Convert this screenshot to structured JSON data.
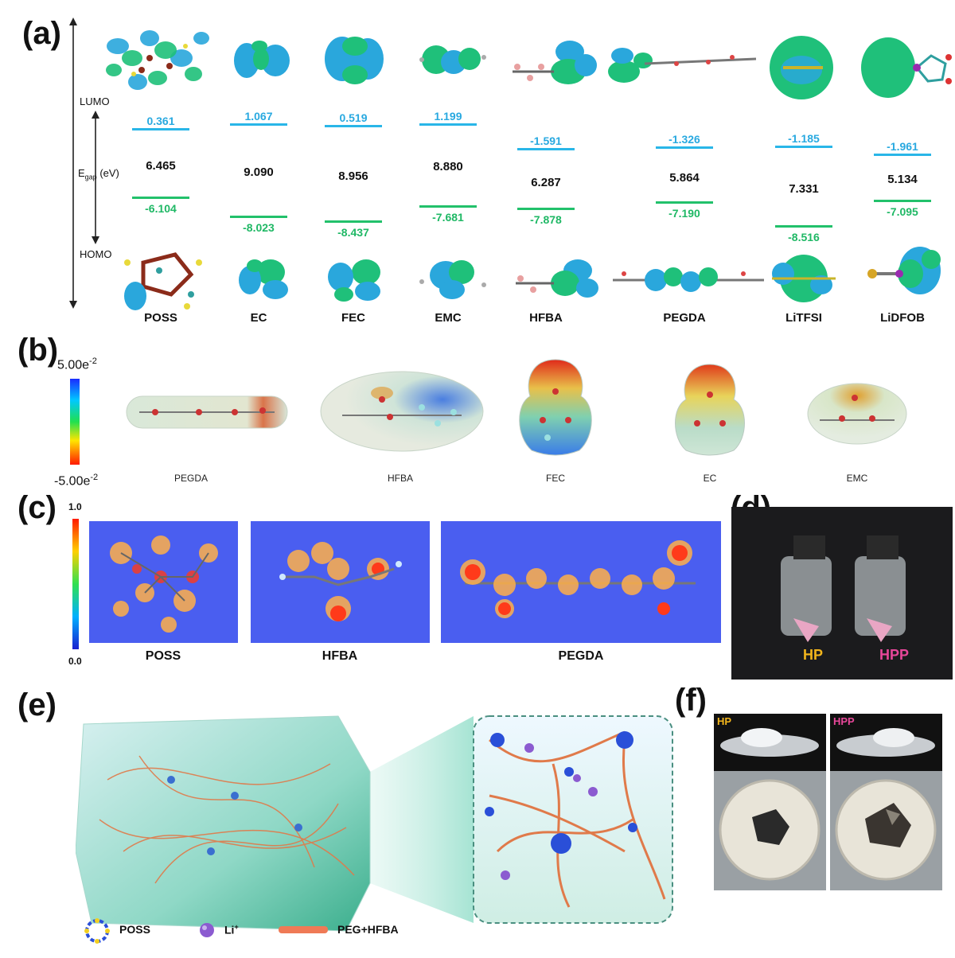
{
  "panels": {
    "a": "(a)",
    "b": "(b)",
    "c": "(c)",
    "d": "(d)",
    "e": "(e)",
    "f": "(f)"
  },
  "panel_a": {
    "lumo_label": "LUMO",
    "homo_label": "HOMO",
    "egap_label": "E",
    "egap_sub": "gap",
    "egap_unit": " (eV)",
    "molecules": [
      {
        "name": "POSS",
        "lumo": "0.361",
        "gap": "6.465",
        "homo": "-6.104"
      },
      {
        "name": "EC",
        "lumo": "1.067",
        "gap": "9.090",
        "homo": "-8.023"
      },
      {
        "name": "FEC",
        "lumo": "0.519",
        "gap": "8.956",
        "homo": "-8.437"
      },
      {
        "name": "EMC",
        "lumo": "1.199",
        "gap": "8.880",
        "homo": "-7.681"
      },
      {
        "name": "HFBA",
        "lumo": "-1.591",
        "gap": "6.287",
        "homo": "-7.878"
      },
      {
        "name": "PEGDA",
        "lumo": "-1.326",
        "gap": "5.864",
        "homo": "-7.190"
      },
      {
        "name": "LiTFSI",
        "lumo": "-1.185",
        "gap": "7.331",
        "homo": "-8.516"
      },
      {
        "name": "LiDFOB",
        "lumo": "-1.961",
        "gap": "5.134",
        "homo": "-7.095"
      }
    ],
    "colors": {
      "lumo": "#29b6e8",
      "homo": "#22c16b"
    }
  },
  "panel_b": {
    "scale_max": "5.00e",
    "scale_max_exp": "-2",
    "scale_min": "-5.00e",
    "scale_min_exp": "-2",
    "molecules": [
      "PEGDA",
      "HFBA",
      "FEC",
      "EC",
      "EMC"
    ]
  },
  "panel_c": {
    "scale_max": "1.0",
    "scale_min": "0.0",
    "molecules": [
      "POSS",
      "HFBA",
      "PEGDA"
    ]
  },
  "panel_d": {
    "labels": [
      "HP",
      "HPP"
    ],
    "label_colors": [
      "#f2b51c",
      "#e8479a"
    ]
  },
  "panel_e": {
    "legend": [
      {
        "label": "POSS"
      },
      {
        "label": "Li",
        "sup": "+"
      },
      {
        "label": "PEG+HFBA"
      }
    ]
  },
  "panel_f": {
    "labels": [
      "HP",
      "HPP"
    ],
    "label_colors": [
      "#f2b51c",
      "#e8479a"
    ]
  }
}
